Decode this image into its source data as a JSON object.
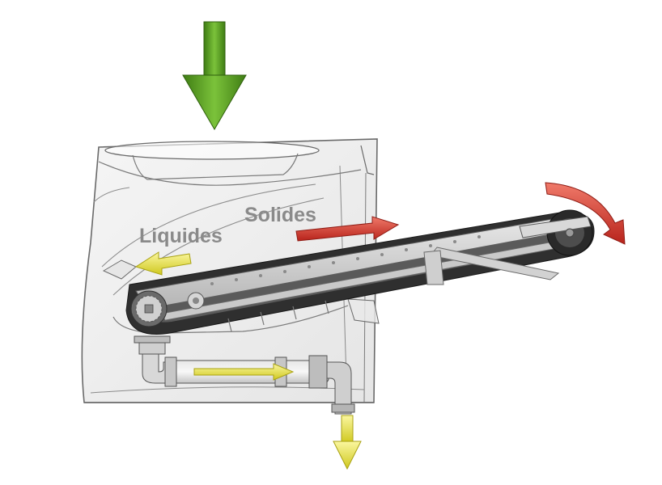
{
  "labels": {
    "solids": "Solides",
    "liquids": "Liquides"
  },
  "colors": {
    "input_arrow": "#5a9e22",
    "solids_arrow": "#d93a2f",
    "liquids_arrow": "#e4e23a",
    "housing_outline": "#6a6a6a",
    "belt": "#2f2f2f"
  },
  "arrows": [
    {
      "name": "input-flow",
      "meaning": "material enters from top",
      "icon": "arrow-down-icon"
    },
    {
      "name": "solids-flow",
      "meaning": "solids carried out by conveyor",
      "icon": "arrow-right-icon"
    },
    {
      "name": "belt-rotation",
      "meaning": "conveyor rotation direction",
      "icon": "curved-arrow-icon"
    },
    {
      "name": "liquids-flow",
      "meaning": "liquids drain toward pipe",
      "icon": "arrow-left-icon"
    },
    {
      "name": "pipe-flow",
      "meaning": "liquid flows through pipe",
      "icon": "arrow-right-icon"
    },
    {
      "name": "drain-flow",
      "meaning": "liquid exits at bottom",
      "icon": "arrow-down-icon"
    }
  ]
}
